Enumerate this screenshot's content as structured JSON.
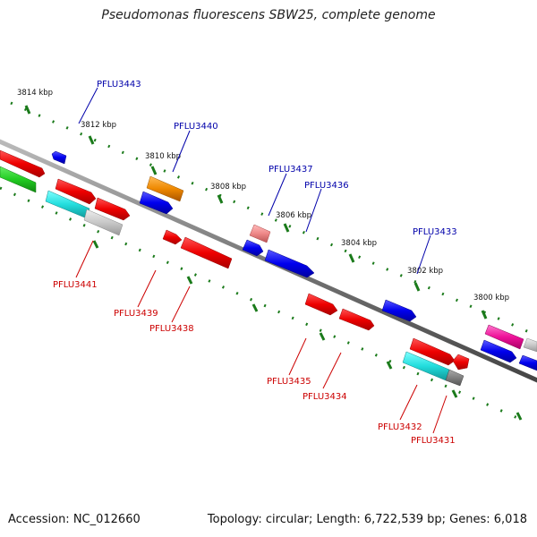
{
  "title": "Pseudomonas fluorescens SBW25, complete genome",
  "footer": {
    "accession": "Accession: NC_012660",
    "topology": "Topology: circular; Length: 6,722,539 bp; Genes: 6,018"
  },
  "colors": {
    "backbone": "#777777",
    "tick": "#1a7a1a",
    "top_label": "#0000aa",
    "bottom_label": "#cc0000"
  },
  "scale_labels": [
    "3814 kbp",
    "3812 kbp",
    "3810 kbp",
    "3808 kbp",
    "3806 kbp",
    "3804 kbp",
    "3802 kbp",
    "3800 kbp"
  ],
  "gene_labels": {
    "top": [
      "PFLU3443",
      "PFLU3440",
      "PFLU3437",
      "PFLU3436",
      "PFLU3433"
    ],
    "bottom": [
      "PFLU3441",
      "PFLU3439",
      "PFLU3438",
      "PFLU3435",
      "PFLU3434",
      "PFLU3432",
      "PFLU3431"
    ]
  }
}
